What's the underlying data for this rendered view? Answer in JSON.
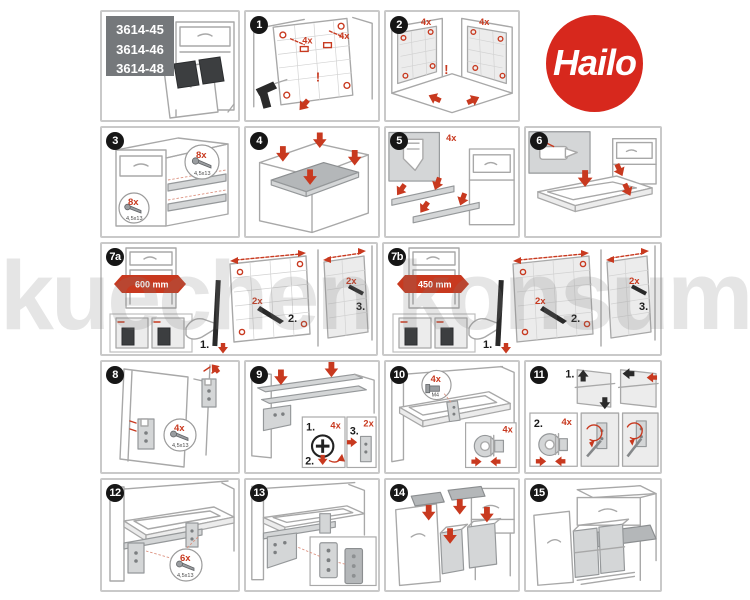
{
  "brand": {
    "name": "Hailo"
  },
  "watermark": "kuechen konsum",
  "models_panel": {
    "model_numbers": [
      "3614-45",
      "3614-46",
      "3614-48"
    ]
  },
  "steps": {
    "step1": {
      "badge": "1",
      "count_a": "4x",
      "count_b": "4x",
      "warn": "!"
    },
    "step2": {
      "badge": "2",
      "count_a": "4x",
      "count_b": "4x",
      "warn": "!"
    },
    "step3": {
      "badge": "3",
      "callout_top": {
        "count": "8x",
        "size": "4,5x13"
      },
      "callout_bottom": {
        "count": "8x",
        "size": "4,5x13"
      }
    },
    "step4": {
      "badge": "4"
    },
    "step5": {
      "badge": "5",
      "count": "4x"
    },
    "step6": {
      "badge": "6"
    },
    "step7a": {
      "badge": "7a",
      "width_label": "600 mm",
      "sub1": "1.",
      "sub2": "2.",
      "sub3": "3.",
      "count_mark": "2x",
      "count_drill": "2x"
    },
    "step7b": {
      "badge": "7b",
      "width_label": "450 mm",
      "sub1": "1.",
      "sub2": "2.",
      "sub3": "3.",
      "count_mark": "2x",
      "count_drill": "2x"
    },
    "step8": {
      "badge": "8",
      "callout": {
        "count": "4x",
        "size": "4,5x13"
      }
    },
    "step9": {
      "badge": "9",
      "sub1": "1.",
      "sub2": "2.",
      "sub3": "3.",
      "count_sub1": "4x",
      "count_sub3": "2x"
    },
    "step10": {
      "badge": "10",
      "callout": {
        "count": "4x",
        "size": "M4"
      },
      "inset_count": "4x"
    },
    "step11": {
      "badge": "11",
      "sub1": "1.",
      "sub2": "2.",
      "count": "4x"
    },
    "step12": {
      "badge": "12",
      "callout": {
        "count": "6x",
        "size": "4,5x13"
      }
    },
    "step13": {
      "badge": "13"
    },
    "step14": {
      "badge": "14"
    },
    "step15": {
      "badge": "15"
    }
  },
  "colors": {
    "brand_red": "#d7281d",
    "annotation_red": "#c8391f",
    "badge_black": "#161616",
    "line_gray": "#a8a8a8",
    "panel_border": "#c9c9c9"
  }
}
